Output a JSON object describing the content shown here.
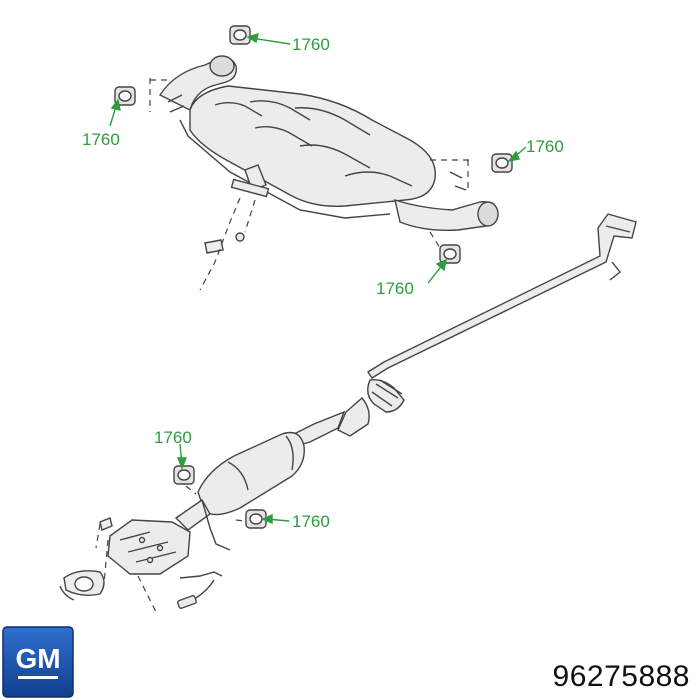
{
  "callouts": {
    "c1": "1760",
    "c2": "1760",
    "c3": "1760",
    "c4": "1760",
    "c5": "1760",
    "c6": "1760"
  },
  "brand": {
    "logo_text": "GM",
    "logo_color": "#1a56b0"
  },
  "part_number": "96275888",
  "colors": {
    "callout": "#2e9c3f",
    "line": "#444444",
    "part_fill": "#ececec"
  }
}
